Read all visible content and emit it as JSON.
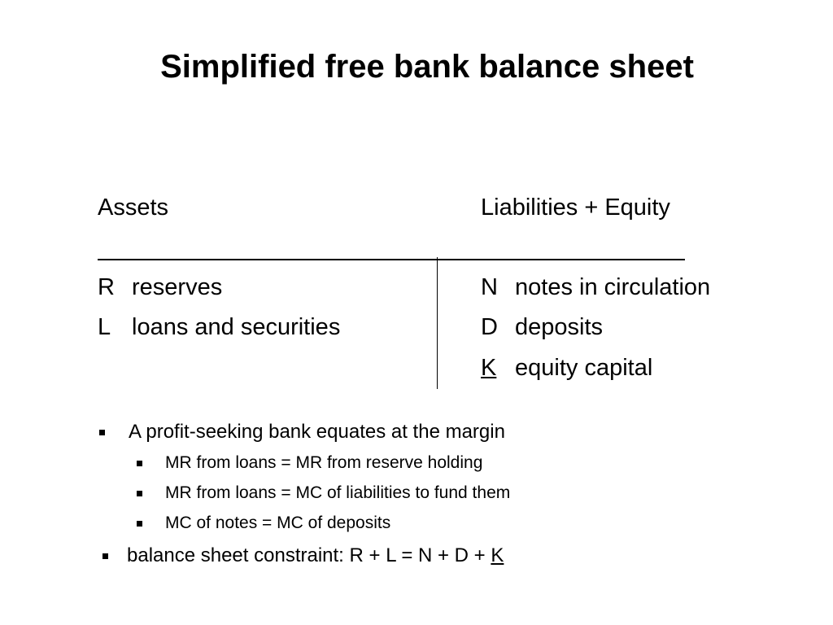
{
  "slide": {
    "title": "Simplified free bank balance sheet"
  },
  "balance_sheet": {
    "assets_header": "Assets",
    "liabilities_header": "Liabilities + Equity",
    "assets": [
      {
        "code": "R",
        "label": "reserves"
      },
      {
        "code": "L",
        "label": "loans and securities"
      }
    ],
    "liabilities": [
      {
        "code": "N",
        "label": "notes in circulation"
      },
      {
        "code": "D",
        "label": "deposits"
      },
      {
        "code": "K",
        "label": "equity capital"
      }
    ]
  },
  "bullets": {
    "main": "A profit-seeking bank equates at the margin",
    "sub": [
      "MR from loans = MR from reserve holding",
      "MR from loans = MC of liabilities to fund them",
      "MC of notes = MC of deposits"
    ],
    "constraint_prefix": "balance sheet constraint:  R + L = N + D + ",
    "constraint_last": "K"
  }
}
